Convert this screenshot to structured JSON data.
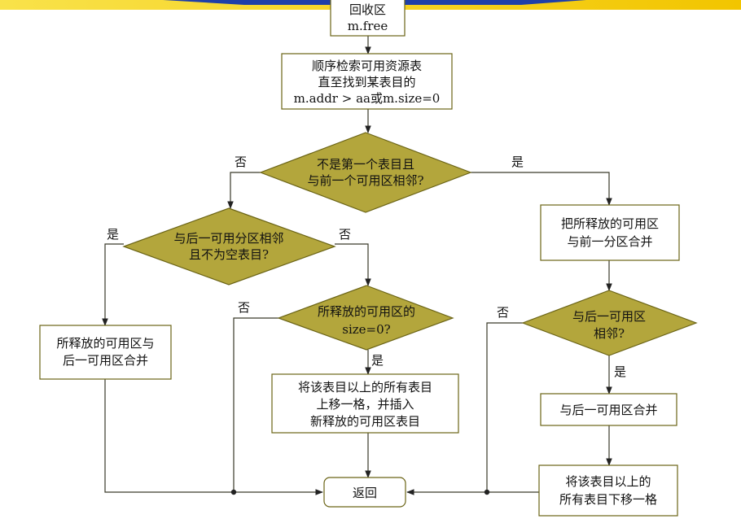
{
  "colors": {
    "banner_blue": "#1f3fa8",
    "banner_yellow": "#f5d21a",
    "diamond_fill": "#b3a63c",
    "outline": "#6b6416"
  },
  "nodes": {
    "start": [
      "回收区",
      "m.free"
    ],
    "search": [
      "顺序检索可用资源表",
      "直至找到某表目的",
      "m.addr > aa或m.size=0"
    ],
    "cond_prev": [
      "不是第一个表目且",
      "与前一个可用区相邻?"
    ],
    "cond_next_nonempty": [
      "与后一可用分区相邻",
      "且不为空表目?"
    ],
    "merge_next": [
      "所释放的可用区与",
      "后一可用区合并"
    ],
    "cond_size0": [
      "所释放的可用区的",
      "size=0?"
    ],
    "shift_insert": [
      "将该表目以上的所有表目",
      "上移一格，并插入",
      "新释放的可用区表目"
    ],
    "merge_prev": [
      "把所释放的可用区",
      "与前一分区合并"
    ],
    "cond_next_adj": [
      "与后一可用区",
      "相邻?"
    ],
    "merge_next2": [
      "与后一可用区合并"
    ],
    "shift_down": [
      "将该表目以上的",
      "所有表目下移一格"
    ],
    "end": [
      "返回"
    ]
  },
  "edge_labels": {
    "prev_no": "否",
    "prev_yes": "是",
    "next_nonempty_yes": "是",
    "next_nonempty_no": "否",
    "size0_no": "否",
    "size0_yes": "是",
    "next_adj_no": "否",
    "next_adj_yes": "是"
  }
}
